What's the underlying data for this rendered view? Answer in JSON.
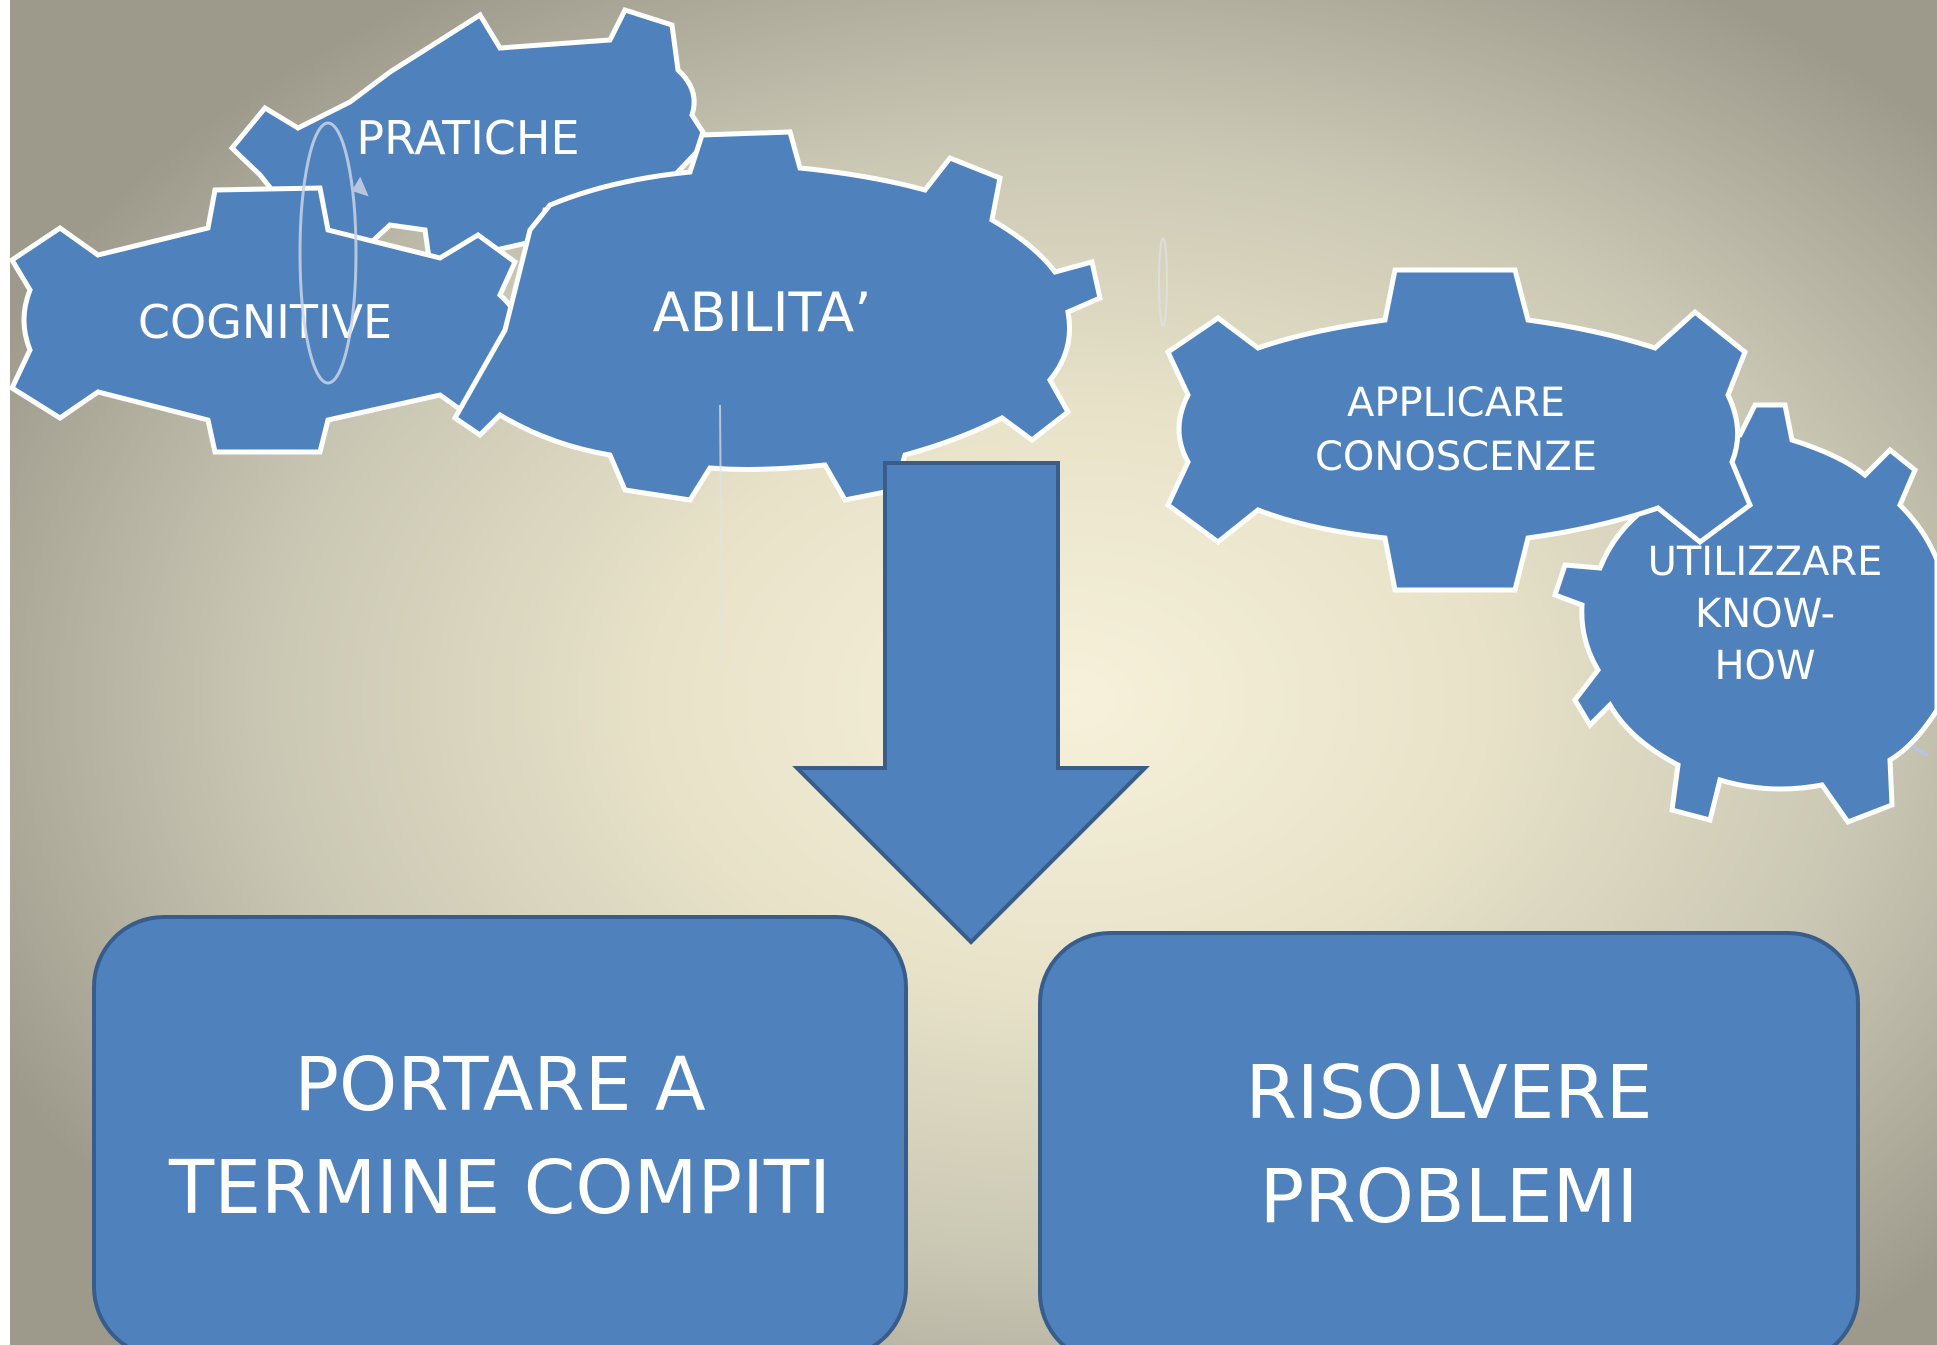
{
  "colors": {
    "shape_fill": "#4f81bd",
    "shape_stroke_light": "#ffffff",
    "shape_stroke_dark": "#385d8a",
    "text": "#ffffff"
  },
  "gears": {
    "pratiche": "PRATICHE",
    "cognitive": "COGNITIVE",
    "abilita": "ABILITA’",
    "applicare": [
      "APPLICARE",
      "CONOSCENZE"
    ],
    "utilizzare": [
      "UTILIZZARE",
      "KNOW-",
      "HOW"
    ]
  },
  "boxes": {
    "portare": [
      "PORTARE A",
      "TERMINE COMPITI"
    ],
    "risolvere": [
      "RISOLVERE",
      "PROBLEMI"
    ]
  },
  "arrow": {
    "direction": "down"
  }
}
